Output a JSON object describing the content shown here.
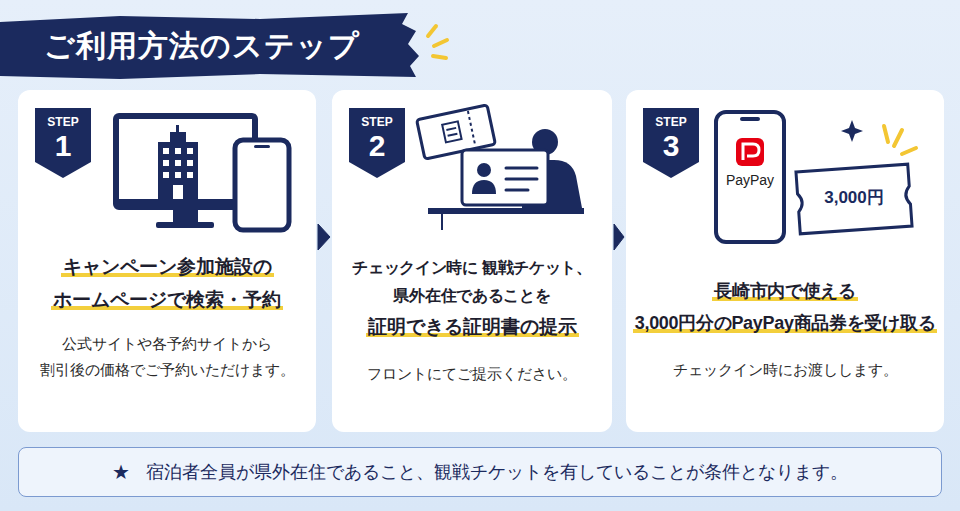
{
  "diagram": {
    "title": "ご利用方法のステップ",
    "nodes": [
      {
        "text": [
          "キャンペーン参加施設の ホームページで検索・予約",
          "公式サイトや各予約サイトから 割引後の価格でご予約いただけます。"
        ]
      },
      {
        "text": [
          "STEP",
          "1"
        ],
        "in": 0
      },
      {
        "text": [
          "チェックイン時に 観戦チケット、県外在住であることを",
          "証明できる証明書の提示",
          "フロントにてご提示ください。"
        ]
      },
      {
        "text": [
          "STEP",
          "2"
        ],
        "in": 2
      },
      {
        "text": [
          "長崎市内で使える 3,000円分のPayPay商品券を受け取る",
          "チェックイン時にお渡しします。"
        ]
      },
      {
        "text": [
          "STEP",
          "3"
        ],
        "in": 4
      },
      {
        "text": [
          "★",
          "宿泊者全員が県外在住であること、観戦チケットを有していることが条件となります。"
        ]
      }
    ],
    "edges": [
      {
        "from": 0,
        "to": 2,
        "arrow": "to"
      },
      {
        "from": 2,
        "to": 4,
        "arrow": "to"
      }
    ],
    "labels": [
      "PayPay",
      "3,000円"
    ]
  }
}
